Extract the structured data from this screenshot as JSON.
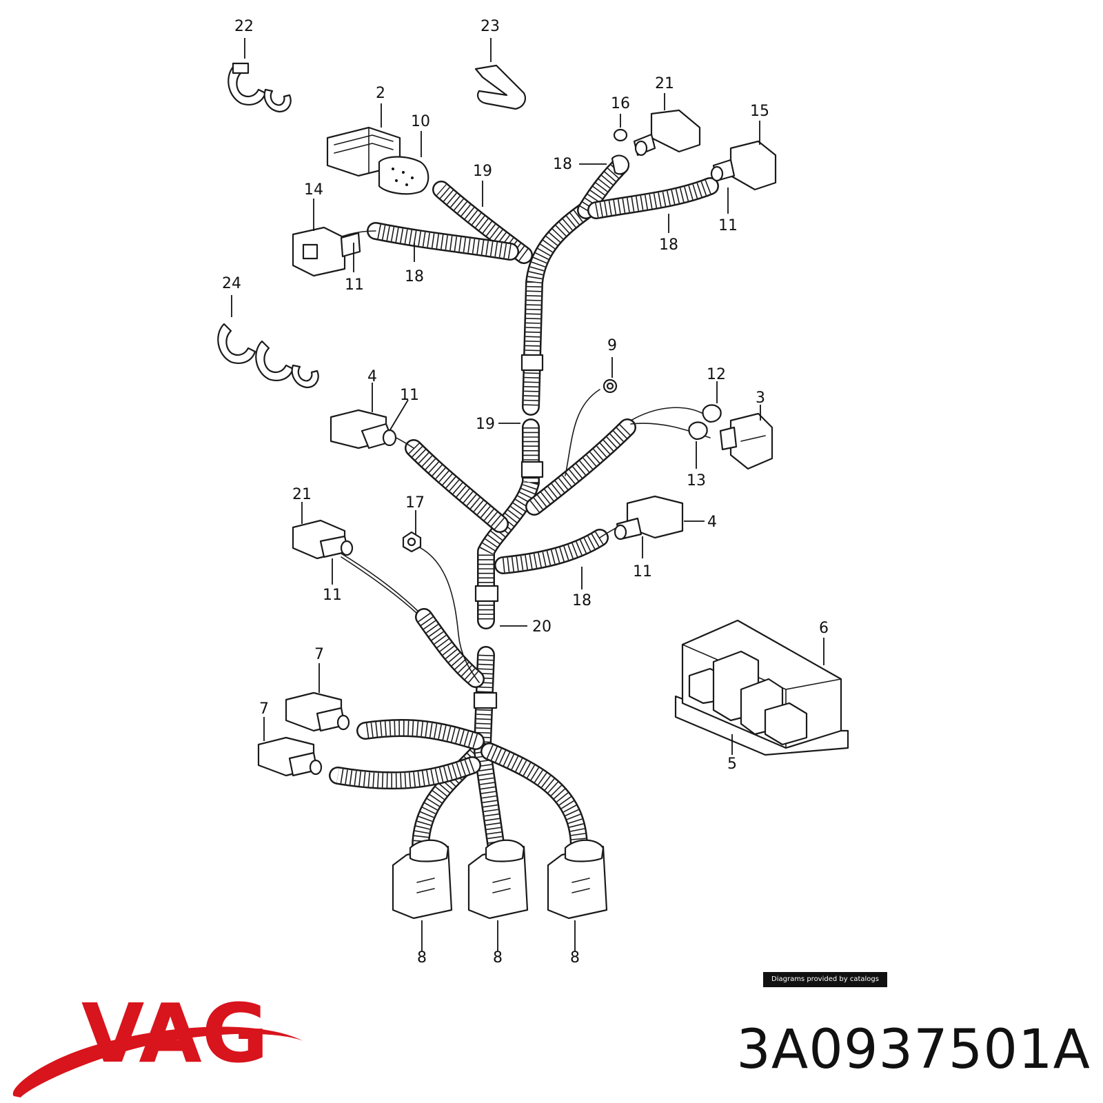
{
  "callouts": {
    "c22": "22",
    "c23": "23",
    "c2": "2",
    "c10": "10",
    "c16": "16",
    "c21a": "21",
    "c15": "15",
    "c18a": "18",
    "c19a": "19",
    "c14": "14",
    "c11a": "11",
    "c18b": "18",
    "c11b": "11",
    "c18c": "18",
    "c24": "24",
    "c9": "9",
    "c12": "12",
    "c3": "3",
    "c4a": "4",
    "c11c": "11",
    "c19b": "19",
    "c13": "13",
    "c21b": "21",
    "c17": "17",
    "c4b": "4",
    "c11d": "11",
    "c18d": "18",
    "c11e": "11",
    "c20": "20",
    "c6": "6",
    "c7a": "7",
    "c7b": "7",
    "c5": "5",
    "c8a": "8",
    "c8b": "8",
    "c8c": "8"
  },
  "credit": "Diagrams provided by catalogs parts",
  "brand": "VAG",
  "part_number": "3A0937501A",
  "colors": {
    "brand_red": "#d8141c",
    "line": "#1a1a1a"
  }
}
